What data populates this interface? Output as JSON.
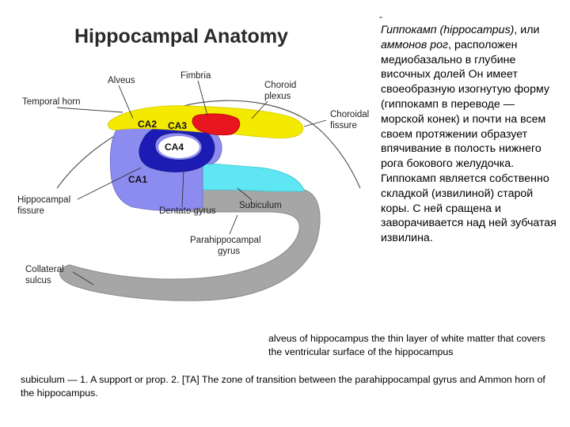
{
  "diagram": {
    "title": "Hippocampal Anatomy",
    "labels": {
      "alveus": "Alveus",
      "fimbria": "Fimbria",
      "choroid_plexus_1": "Choroid",
      "choroid_plexus_2": "plexus",
      "temporal_horn": "Temporal horn",
      "choroidal_fissure_1": "Choroidal",
      "choroidal_fissure_2": "fissure",
      "ca2": "CA2",
      "ca3": "CA3",
      "ca4": "CA4",
      "ca1": "CA1",
      "hippocampal_fissure_1": "Hippocampal",
      "hippocampal_fissure_2": "fissure",
      "dentate_gyrus": "Dentate gyrus",
      "subiculum": "Subiculum",
      "parahippocampal_gyrus_1": "Parahippocampal",
      "parahippocampal_gyrus_2": "gyrus",
      "collateral_sulcus_1": "Collateral",
      "collateral_sulcus_2": "sulcus"
    },
    "colors": {
      "alveus": "#f4ea00",
      "fimbria": "#e8141e",
      "ca_fields": "#8b8bf0",
      "dentate": "#1c1cb4",
      "subiculum": "#5ee6f2",
      "parahippocampal": "#a6a6a6"
    }
  },
  "russian_text": {
    "dash": "-",
    "term": "Гиппокамп (hippocampus)",
    "sep1": ", или ",
    "synonym": "аммонов рог",
    "body": ", расположен медиобазально в глубине височных долей Он имеет своеобразную изогнутую форму (гиппокамп в переводе — морской конек) и почти на всем своем протяжении образует впячивание в полость нижнего рога бокового желудочка. Гиппокамп является собственно складкой (извилиной) старой коры. С ней сращена и заворачивается над ней зубчатая извилина."
  },
  "definitions": {
    "alveus": "alveus of hippocampus the thin layer of white matter that covers the ventricular surface of the hippocampus",
    "subiculum": "subiculum — 1. A support or prop. 2. [TA] The zone of transition between the parahippocampal gyrus and Ammon horn of the hippocampus."
  }
}
